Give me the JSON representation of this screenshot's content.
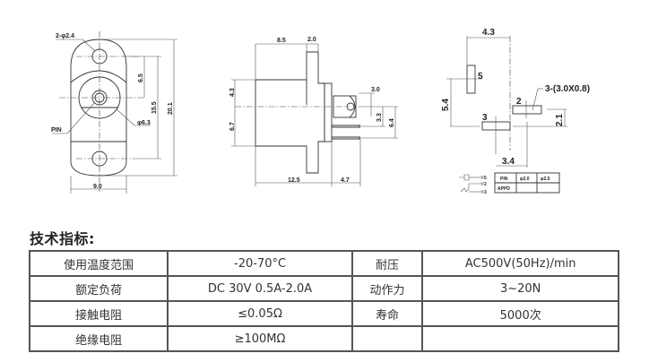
{
  "drawing": {
    "front_view": {
      "labels": {
        "mount_holes": "2-φ2.4",
        "pin": "PIN",
        "barrel_dia": "φ6.3",
        "dim_6_5": "6.5",
        "dim_15_5": "15.5",
        "dim_20_1": "20.1",
        "dim_9_0": "9.0"
      }
    },
    "side_view": {
      "labels": {
        "dim_8_5": "8.5",
        "dim_2_0": "2.0",
        "dim_4_3": "4.3",
        "dim_6_7": "6.7",
        "dim_3_0": "3.0",
        "dim_3_3": "3.3",
        "dim_6_4": "6.4",
        "dim_12_5": "12.5",
        "dim_4_7": "4.7"
      }
    },
    "footprint_view": {
      "labels": {
        "dim_4_3": "4.3",
        "pin_5": "5",
        "pin_2": "2",
        "pin_3": "3",
        "pin_size": "3-(3.0X0.8)",
        "dim_5_4": "5.4",
        "dim_2_1": "2.1",
        "dim_3_4": "3.4"
      },
      "schematic_pins": [
        "5",
        "2",
        "3"
      ],
      "pin_table": {
        "headers": [
          "PIN",
          "φ2.0",
          "φ2.5"
        ],
        "rows": [
          [
            "APPD",
            "",
            ""
          ]
        ]
      }
    }
  },
  "spec": {
    "heading": "技术指标:",
    "rows": [
      [
        "使用温度范围",
        "-20-70°C",
        "耐压",
        "AC500V(50Hz)/min"
      ],
      [
        "额定负荷",
        "DC 30V 0.5A-2.0A",
        "动作力",
        "3~20N"
      ],
      [
        "接触电阻",
        "≤0.05Ω",
        "寿命",
        "5000次"
      ],
      [
        "绝缘电阻",
        "≥100MΩ",
        "",
        ""
      ]
    ]
  }
}
